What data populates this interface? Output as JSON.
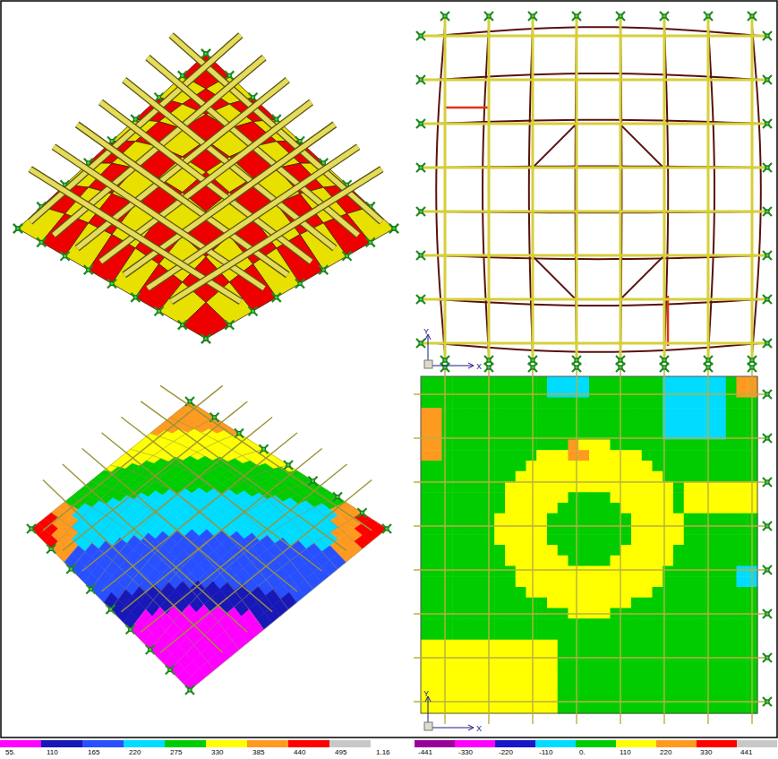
{
  "diagram": {
    "labels": [
      "55.",
      "110",
      "165",
      "220",
      "275",
      "330",
      "385",
      "440",
      "495",
      "1.16",
      "-441",
      "-330",
      "-220",
      "-110",
      "0.",
      "110",
      "220",
      "330",
      "441",
      "Y",
      "X",
      "Y",
      "X"
    ]
  }
}
